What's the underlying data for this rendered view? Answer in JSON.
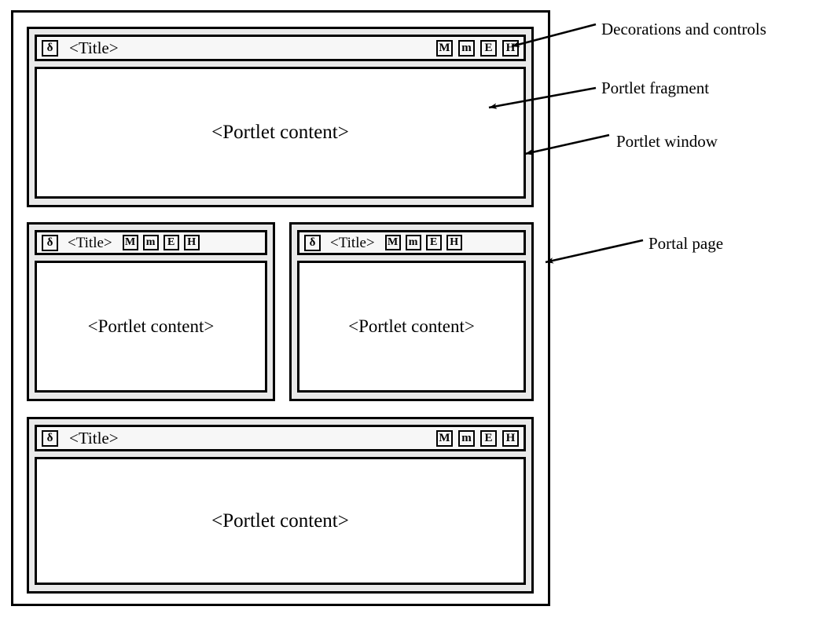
{
  "diagram": {
    "title": "Portal page structure",
    "colors": {
      "outline": "#000000",
      "window_fill": "#e9e9e9",
      "titlebar_fill": "#f7f7f7",
      "fragment_fill": "#ffffff",
      "page_fill": "#ffffff"
    }
  },
  "labels": {
    "decorations_and_controls": "Decorations and controls",
    "portlet_fragment": "Portlet fragment",
    "portlet_window": "Portlet window",
    "portal_page": "Portal page"
  },
  "portlet_common": {
    "decoration_icon": "delta-icon",
    "decoration_glyph": "δ",
    "title": "<Title>",
    "content": "<Portlet content>",
    "controls": [
      {
        "name": "maximize-button",
        "label": "M"
      },
      {
        "name": "minimize-button",
        "label": "m"
      },
      {
        "name": "edit-button",
        "label": "E"
      },
      {
        "name": "help-button",
        "label": "H"
      }
    ]
  },
  "portlets": [
    {
      "id": "portlet-top",
      "layout": "full-width",
      "controls_align": "right",
      "decoration_glyph": "δ",
      "title": "<Title>",
      "content": "<Portlet content>",
      "controls": [
        {
          "name": "maximize-button",
          "label": "M"
        },
        {
          "name": "minimize-button",
          "label": "m"
        },
        {
          "name": "edit-button",
          "label": "E"
        },
        {
          "name": "help-button",
          "label": "H"
        }
      ]
    },
    {
      "id": "portlet-middle-left",
      "layout": "half-width",
      "controls_align": "inline",
      "decoration_glyph": "δ",
      "title": "<Title>",
      "content": "<Portlet content>",
      "controls": [
        {
          "name": "maximize-button",
          "label": "M"
        },
        {
          "name": "minimize-button",
          "label": "m"
        },
        {
          "name": "edit-button",
          "label": "E"
        },
        {
          "name": "help-button",
          "label": "H"
        }
      ]
    },
    {
      "id": "portlet-middle-right",
      "layout": "half-width",
      "controls_align": "inline",
      "decoration_glyph": "δ",
      "title": "<Title>",
      "content": "<Portlet content>",
      "controls": [
        {
          "name": "maximize-button",
          "label": "M"
        },
        {
          "name": "minimize-button",
          "label": "m"
        },
        {
          "name": "edit-button",
          "label": "E"
        },
        {
          "name": "help-button",
          "label": "H"
        }
      ]
    },
    {
      "id": "portlet-bottom",
      "layout": "full-width",
      "controls_align": "right",
      "decoration_glyph": "δ",
      "title": "<Title>",
      "content": "<Portlet content>",
      "controls": [
        {
          "name": "maximize-button",
          "label": "M"
        },
        {
          "name": "minimize-button",
          "label": "m"
        },
        {
          "name": "edit-button",
          "label": "E"
        },
        {
          "name": "help-button",
          "label": "H"
        }
      ]
    }
  ]
}
